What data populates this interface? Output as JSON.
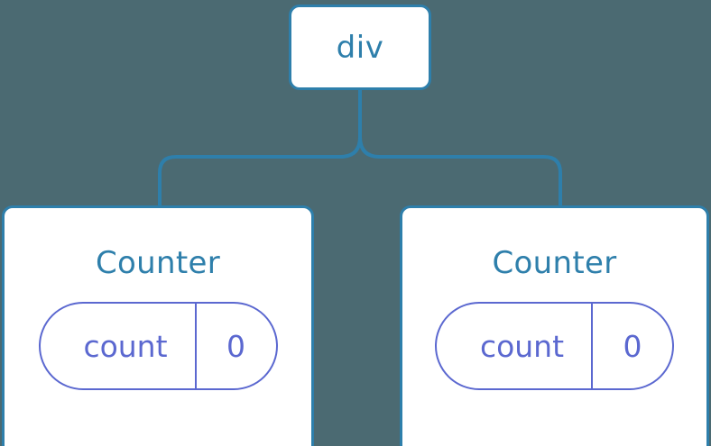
{
  "diagram": {
    "type": "component-tree",
    "title": "React component tree with div root and two Counter components",
    "colors": {
      "background": "#4B6A72",
      "node_border": "#2E7FAB",
      "node_fill": "#FFFFFF",
      "node_text": "#2E7FAB",
      "connector": "#2E7FAB",
      "state_stroke": "#5B68D0",
      "state_text": "#5B68D0"
    },
    "root": {
      "label": "div"
    },
    "children": [
      {
        "title": "Counter",
        "state": {
          "key": "count",
          "value": "0"
        }
      },
      {
        "title": "Counter",
        "state": {
          "key": "count",
          "value": "0"
        }
      }
    ]
  }
}
